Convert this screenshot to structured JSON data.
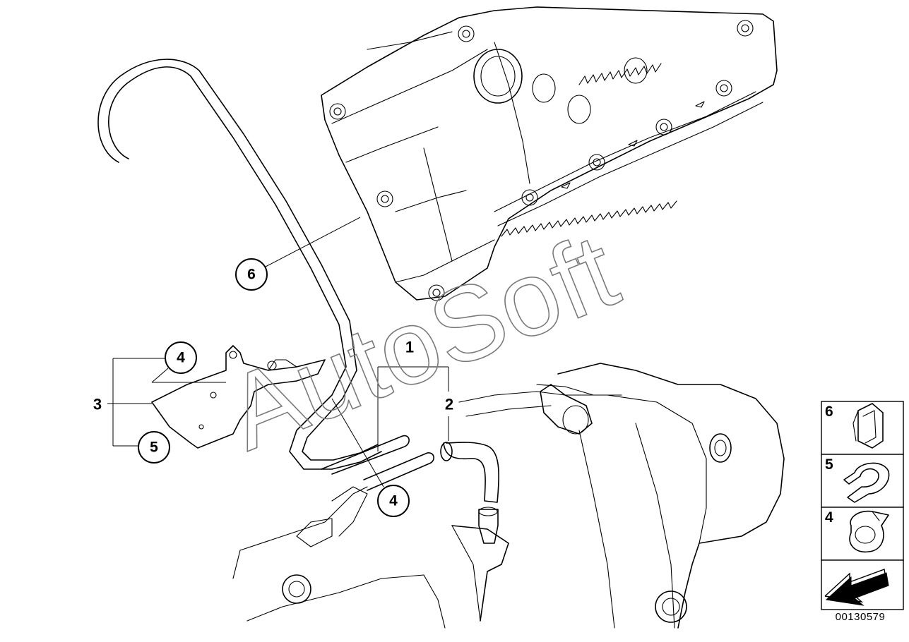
{
  "callouts": {
    "c6": "6",
    "c4_top": "4",
    "c5": "5",
    "c4_bottom": "4"
  },
  "plain_labels": {
    "l1": "1",
    "l2": "2",
    "l3": "3"
  },
  "legend_panels": {
    "p6": "6",
    "p5": "5",
    "p4": "4"
  },
  "watermark": "AutoSoft",
  "document_number": "00130579"
}
